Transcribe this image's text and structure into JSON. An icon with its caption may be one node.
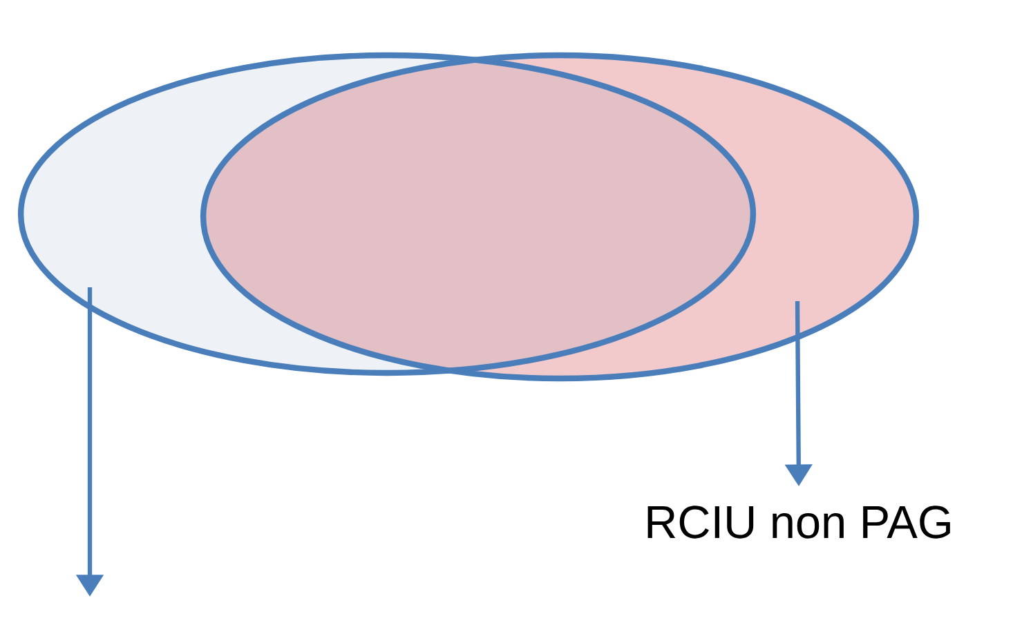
{
  "diagram": {
    "nodes": [
      {
        "text": [],
        "shape": "ellipse"
      },
      {
        "text": [],
        "shape": "ellipse"
      },
      {
        "text": [
          "RCIU non PAG"
        ]
      }
    ],
    "edges": [
      {
        "from": 0,
        "to": null,
        "arrow": "to"
      },
      {
        "from": 1,
        "to": 2,
        "arrow": "to"
      }
    ]
  }
}
